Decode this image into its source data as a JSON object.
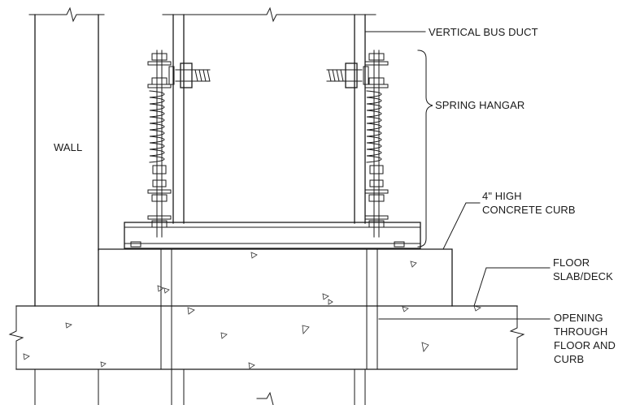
{
  "labels": {
    "wall": "WALL",
    "vertical_bus_duct": "VERTICAL BUS DUCT",
    "spring_hangar": "SPRING HANGAR",
    "curb_line1": "4\" HIGH",
    "curb_line2": "CONCRETE CURB",
    "floor_line1": "FLOOR",
    "floor_line2": "SLAB/DECK",
    "opening_line1": "OPENING",
    "opening_line2": "THROUGH",
    "opening_line3": "FLOOR AND",
    "opening_line4": "CURB"
  },
  "colors": {
    "line": "#1a1a1a",
    "background": "#ffffff"
  }
}
